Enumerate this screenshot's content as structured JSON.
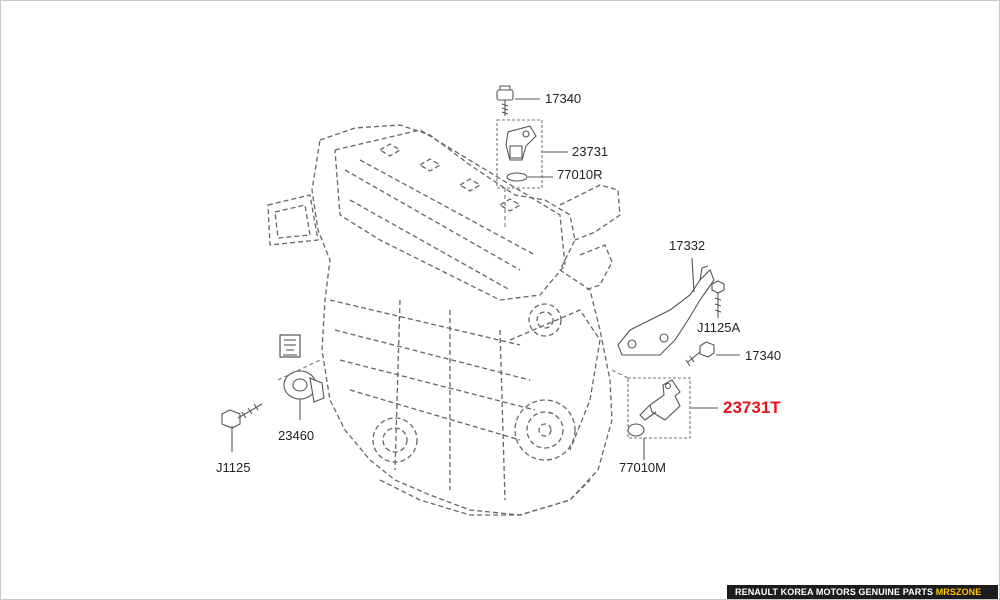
{
  "parts": [
    {
      "id": "p-17340-top",
      "label": "17340"
    },
    {
      "id": "p-23731",
      "label": "23731"
    },
    {
      "id": "p-77010r",
      "label": "77010R"
    },
    {
      "id": "p-17332",
      "label": "17332"
    },
    {
      "id": "p-j1125a",
      "label": "J1125A"
    },
    {
      "id": "p-17340-mid",
      "label": "17340"
    },
    {
      "id": "p-23460",
      "label": "23460"
    },
    {
      "id": "p-j1125",
      "label": "J1125"
    },
    {
      "id": "p-77010m",
      "label": "77010M"
    }
  ],
  "highlighted_part": {
    "label": "23731T",
    "color": "#e3141b"
  },
  "footer": {
    "text": "RENAULT KOREA MOTORS GENUINE PARTS",
    "brand": "MRSZONE",
    "brand_color": "#ffc400"
  },
  "colors": {
    "line": "#555555",
    "frame": "#c8c8c8"
  }
}
